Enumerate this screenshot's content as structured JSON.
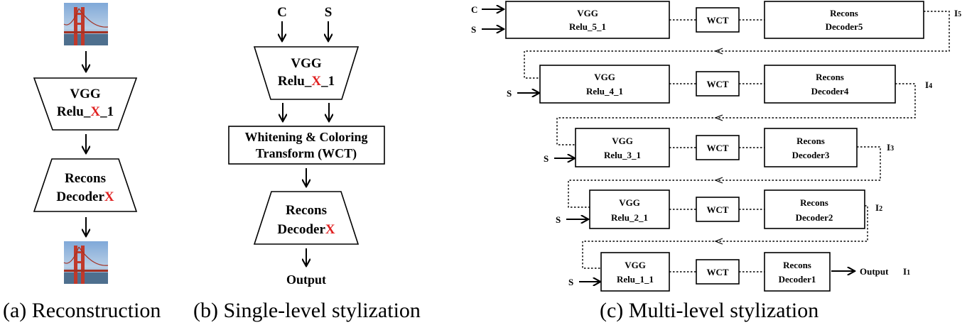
{
  "panel_a": {
    "encoder_line1": "VGG",
    "encoder_relu_prefix": "Relu_",
    "encoder_relu_x": "X",
    "encoder_relu_suffix": "_1",
    "decoder_line1": "Recons",
    "decoder_prefix": "Decoder",
    "decoder_x": "X",
    "caption": "(a) Reconstruction"
  },
  "panel_b": {
    "input_c": "C",
    "input_s": "S",
    "encoder_line1": "VGG",
    "encoder_relu_prefix": "Relu_",
    "encoder_relu_x": "X",
    "encoder_relu_suffix": "_1",
    "wct_line1": "Whitening &  Coloring",
    "wct_line2": "Transform (WCT)",
    "decoder_line1": "Recons",
    "decoder_prefix": "Decoder",
    "decoder_x": "X",
    "output": "Output",
    "caption": "(b) Single-level stylization"
  },
  "panel_c": {
    "input_c": "C",
    "input_s": "S",
    "levels": [
      {
        "vgg": "VGG",
        "relu": "Relu_5_1",
        "wct": "WCT",
        "dec1": "Recons",
        "dec2": "Decoder5",
        "out_letter": "I",
        "out_sub": "5"
      },
      {
        "vgg": "VGG",
        "relu": "Relu_4_1",
        "wct": "WCT",
        "dec1": "Recons",
        "dec2": "Decoder4",
        "out_letter": "I",
        "out_sub": "4"
      },
      {
        "vgg": "VGG",
        "relu": "Relu_3_1",
        "wct": "WCT",
        "dec1": "Recons",
        "dec2": "Decoder3",
        "out_letter": "I",
        "out_sub": "3"
      },
      {
        "vgg": "VGG",
        "relu": "Relu_2_1",
        "wct": "WCT",
        "dec1": "Recons",
        "dec2": "Decoder2",
        "out_letter": "I",
        "out_sub": "2"
      },
      {
        "vgg": "VGG",
        "relu": "Relu_1_1",
        "wct": "WCT",
        "dec1": "Recons",
        "dec2": "Decoder1",
        "out_letter": "I",
        "out_sub": "1"
      }
    ],
    "output": "Output",
    "caption": "(c) Multi-level stylization"
  }
}
